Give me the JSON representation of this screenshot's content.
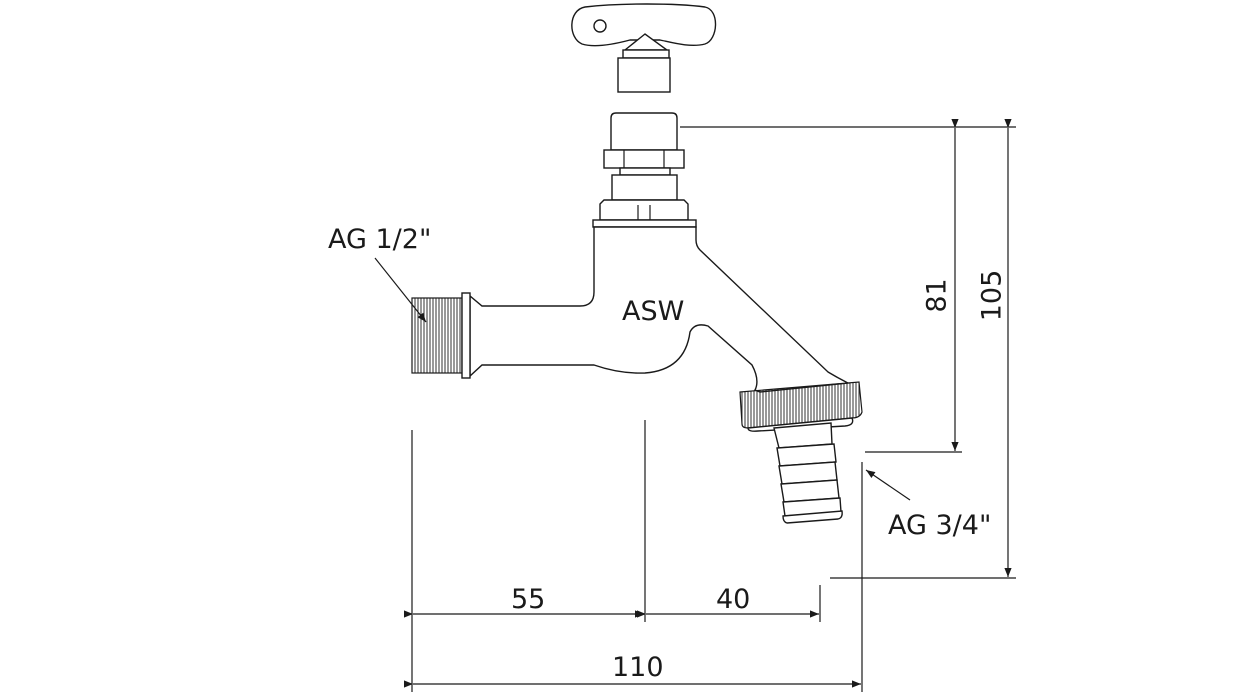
{
  "drawing": {
    "brand_label": "ASW",
    "inlet_thread_label": "AG 1/2\"",
    "outlet_thread_label": "AG 3/4\"",
    "dimensions": {
      "height_to_outlet": "81",
      "total_height": "105",
      "inlet_to_axis": "55",
      "axis_to_outlet": "40",
      "total_length": "110"
    },
    "line_color": "#1a1a1a"
  }
}
